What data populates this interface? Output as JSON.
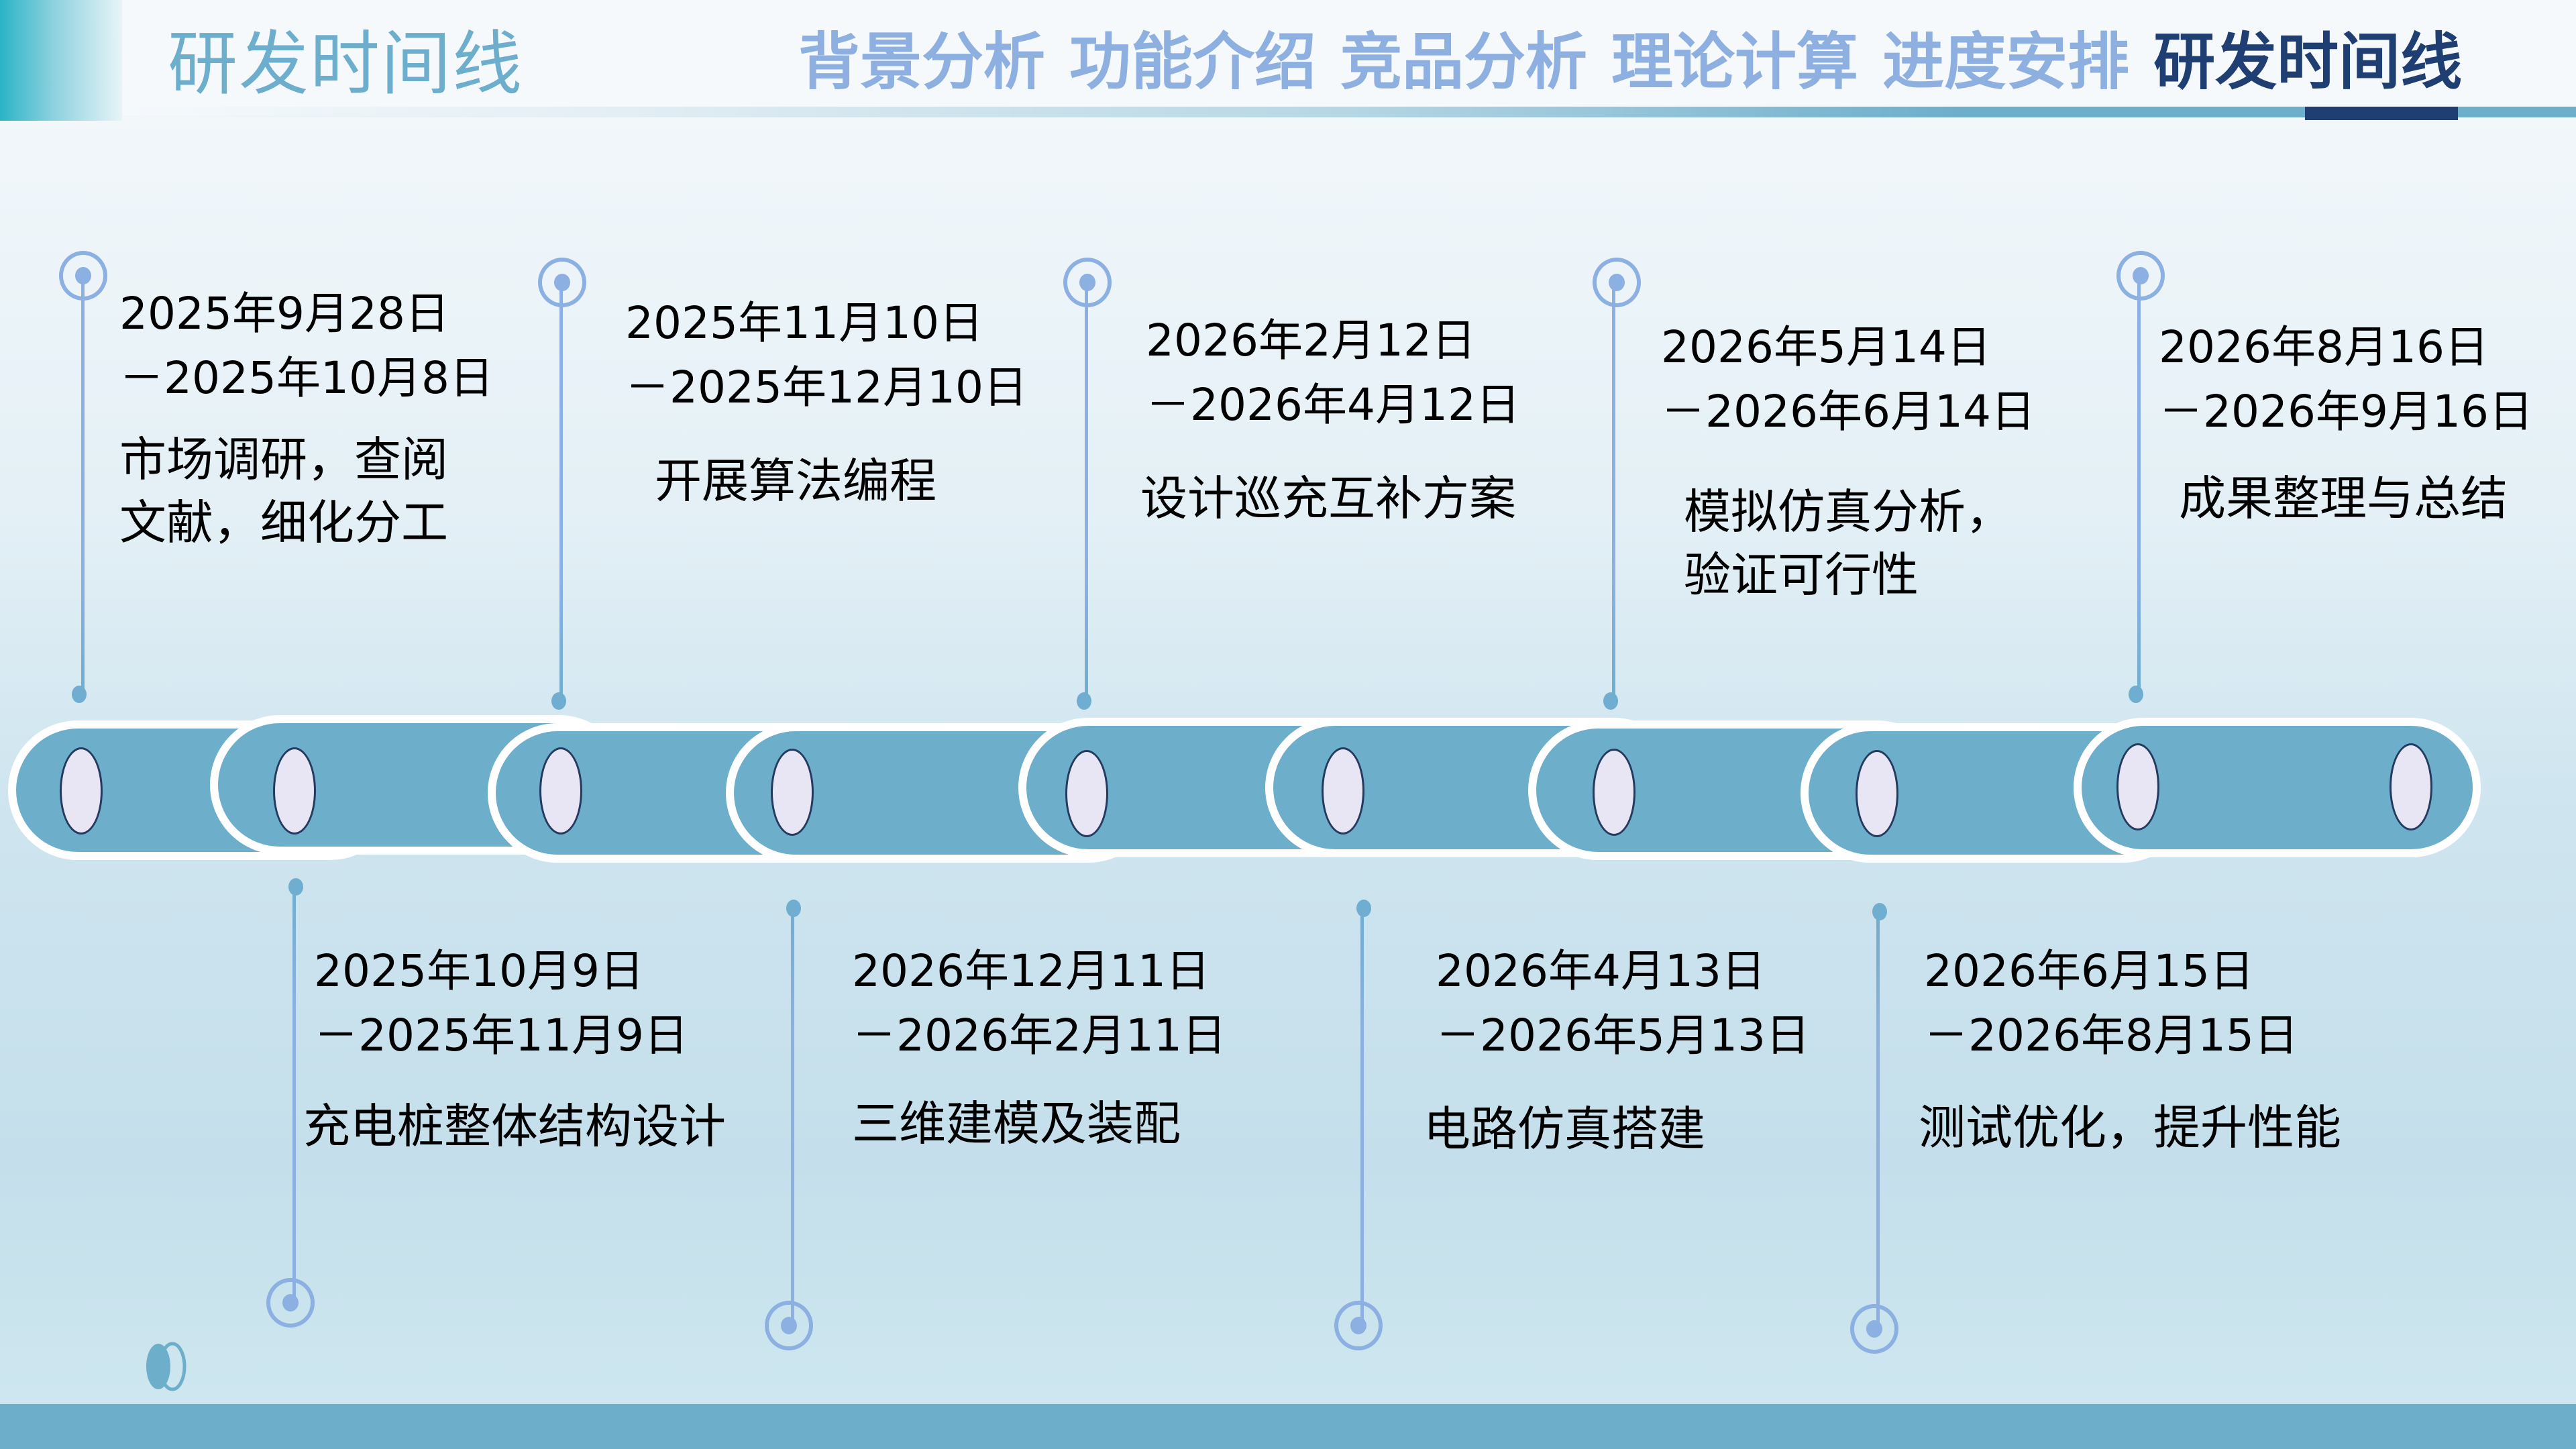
{
  "header": {
    "title": "研发时间线",
    "tabs": [
      {
        "label": "背景分析",
        "active": false
      },
      {
        "label": "功能介绍",
        "active": false
      },
      {
        "label": "竞品分析",
        "active": false
      },
      {
        "label": "理论计算",
        "active": false
      },
      {
        "label": "进度安排",
        "active": false
      },
      {
        "label": "研发时间线",
        "active": true
      }
    ]
  },
  "colors": {
    "accent_teal": "#6daecb",
    "active_tab": "#1f3f72",
    "inactive_tab": "#8eb0e0",
    "title": "#6eaecd",
    "capsule_fill": "#6daecb",
    "ellipse_fill": "#e8e6f4",
    "connector": "#8db0e2",
    "corner_gradient": "#2ab4c6"
  },
  "timeline": {
    "top": [
      {
        "start": "2025年9月28日",
        "end": "－2025年10月8日",
        "desc_lines": [
          "市场调研，查阅",
          "文献，细化分工"
        ]
      },
      {
        "start": "2025年11月10日",
        "end": "－2025年12月10日",
        "desc_lines": [
          "开展算法编程"
        ]
      },
      {
        "start": "2026年2月12日",
        "end": "－2026年4月12日",
        "desc_lines": [
          "设计巡充互补方案"
        ]
      },
      {
        "start": "2026年5月14日",
        "end": "－2026年6月14日",
        "desc_lines": [
          "模拟仿真分析，",
          "验证可行性"
        ]
      },
      {
        "start": "2026年8月16日",
        "end": "－2026年9月16日",
        "desc_lines": [
          "成果整理与总结"
        ]
      }
    ],
    "bottom": [
      {
        "start": "2025年10月9日",
        "end": "－2025年11月9日",
        "desc_lines": [
          "充电桩整体结构设计"
        ]
      },
      {
        "start": "2026年12月11日",
        "end": "－2026年2月11日",
        "desc_lines": [
          "三维建模及装配"
        ]
      },
      {
        "start": "2026年4月13日",
        "end": "－2026年5月13日",
        "desc_lines": [
          "电路仿真搭建"
        ]
      },
      {
        "start": "2026年6月15日",
        "end": "－2026年8月15日",
        "desc_lines": [
          "测试优化，提升性能"
        ]
      }
    ]
  },
  "icons": {
    "milestone_ring": "target-ring-icon",
    "capsule_node": "ellipse-node-icon",
    "footer_logo": "double-circle-logo-icon"
  }
}
